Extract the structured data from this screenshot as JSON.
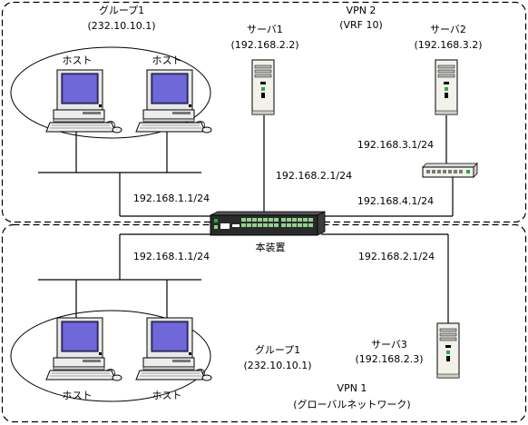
{
  "vpn2": {
    "title": "VPN 2",
    "subtitle": "(VRF 10)",
    "group": {
      "name": "グループ1",
      "address": "(232.10.10.1)"
    },
    "hosts": [
      "ホスト",
      "ホスト"
    ],
    "server1": {
      "name": "サーバ1",
      "address": "(192.168.2.2)"
    },
    "server2": {
      "name": "サーバ2",
      "address": "(192.168.3.2)"
    },
    "net_left": "192.168.1.1/24",
    "net_server1": "192.168.2.1/24",
    "net_server2": "192.168.3.1/24",
    "net_hub": "192.168.4.1/24"
  },
  "device": {
    "label": "本装置"
  },
  "vpn1": {
    "title": "VPN 1",
    "subtitle": "(グローバルネットワーク)",
    "group": {
      "name": "グループ1",
      "address": "(232.10.10.1)"
    },
    "hosts": [
      "ホスト",
      "ホスト"
    ],
    "server3": {
      "name": "サーバ3",
      "address": "(192.168.2.3)"
    },
    "net_left": "192.168.1.1/24",
    "net_right": "192.168.2.1/24"
  },
  "colors": {
    "line": "#000000",
    "monitor_screen": "#5a52c8",
    "device_body": "#2a2a2a",
    "device_ports": "#8fd18f",
    "beige": "#f2f2ea"
  }
}
